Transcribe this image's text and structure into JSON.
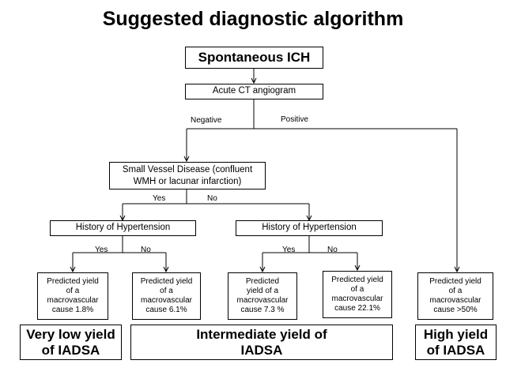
{
  "title": "Suggested diagnostic algorithm",
  "nodes": {
    "root": "Spontaneous ICH",
    "cta": "Acute CT angiogram",
    "svd": "Small Vessel Disease (confluent\nWMH or lacunar infarction)",
    "hist_left": "History of Hypertension",
    "hist_right": "History of Hypertension",
    "yield_1": "Predicted yield\nof a\nmacrovascular\ncause 1.8%",
    "yield_2": "Predicted  yield\nof a\nmacrovascular\ncause 6.1%",
    "yield_3": "Predicted\nyield of a\nmacrovascular\ncause 7.3 %",
    "yield_4": "Predicted  yield\nof a\nmacrovascular\ncause 22.1%",
    "yield_5": "Predicted  yield\nof a\nmacrovascular\ncause >50%"
  },
  "edge_labels": {
    "negative": "Negative",
    "positive": "Positive",
    "svd_yes": "Yes",
    "svd_no": "No",
    "hl_yes": "Yes",
    "hl_no": "No",
    "hr_yes": "Yes",
    "hr_no": "No"
  },
  "categories": {
    "very_low": "Very low yield\nof IADSA",
    "intermediate": "Intermediate yield of\nIADSA",
    "high": "High yield\nof IADSA"
  }
}
